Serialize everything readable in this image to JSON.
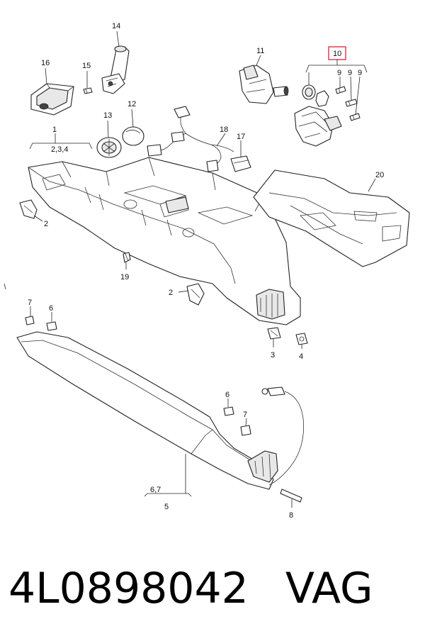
{
  "diagram": {
    "labels": {
      "p1": "1",
      "p1_sub": "2,3,4",
      "p2a": "2",
      "p2b": "2",
      "p3": "3",
      "p4": "4",
      "p5": "5",
      "p5_sub": "6,7",
      "p6a": "6",
      "p6b": "6",
      "p7a": "7",
      "p7b": "7",
      "p8": "8",
      "p9a": "9",
      "p9b": "9",
      "p9c": "9",
      "p10": "10",
      "p11": "11",
      "p12": "12",
      "p13": "13",
      "p14": "14",
      "p15": "15",
      "p16": "16",
      "p17": "17",
      "p18": "18",
      "p19": "19",
      "p20": "20"
    },
    "highlight_color": "#e0304a"
  },
  "footer": {
    "part_number": "4L0898042",
    "brand": "VAG"
  }
}
